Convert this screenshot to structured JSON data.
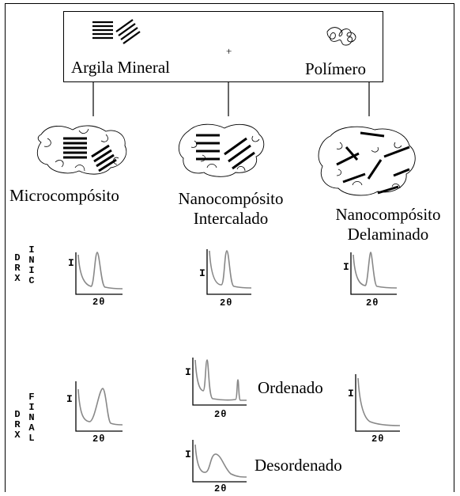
{
  "inputs": {
    "clay_label": "Argila Mineral",
    "plus": "+",
    "polymer_label": "Polímero"
  },
  "composites": {
    "micro": "Microcompósito",
    "inter_1": "Nanocompósito",
    "inter_2": "Intercalado",
    "delam_1": "Nanocompósito",
    "delam_2": "Delaminado"
  },
  "drx_initial": {
    "letters_left": [
      "D",
      "R",
      "X"
    ],
    "letters_right": [
      "I",
      "N",
      "I",
      "C"
    ]
  },
  "drx_final": {
    "letters_left": [
      "D",
      "R",
      "X"
    ],
    "letters_right": [
      "F",
      "I",
      "N",
      "A",
      "L"
    ]
  },
  "axis": {
    "y": "I",
    "x": "2θ"
  },
  "variants": {
    "ordered": "Ordenado",
    "disordered": "Desordenado"
  }
}
